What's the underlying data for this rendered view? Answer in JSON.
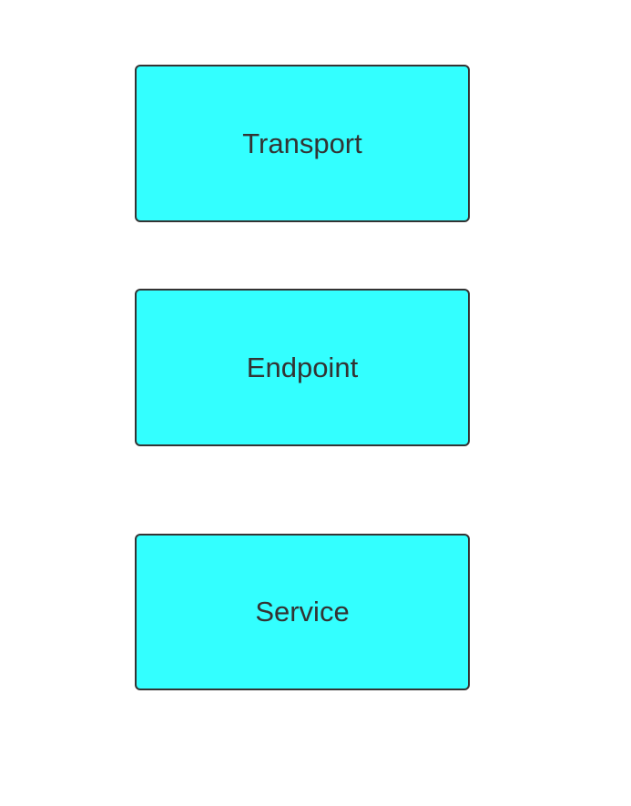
{
  "diagram": {
    "type": "flowchart",
    "background_color": "#ffffff",
    "node_fill_color": "#33ffff",
    "node_border_color": "#333333",
    "node_text_color": "#333333",
    "nodes": [
      {
        "id": "transport",
        "label": "Transport"
      },
      {
        "id": "endpoint",
        "label": "Endpoint"
      },
      {
        "id": "service",
        "label": "Service"
      }
    ]
  }
}
